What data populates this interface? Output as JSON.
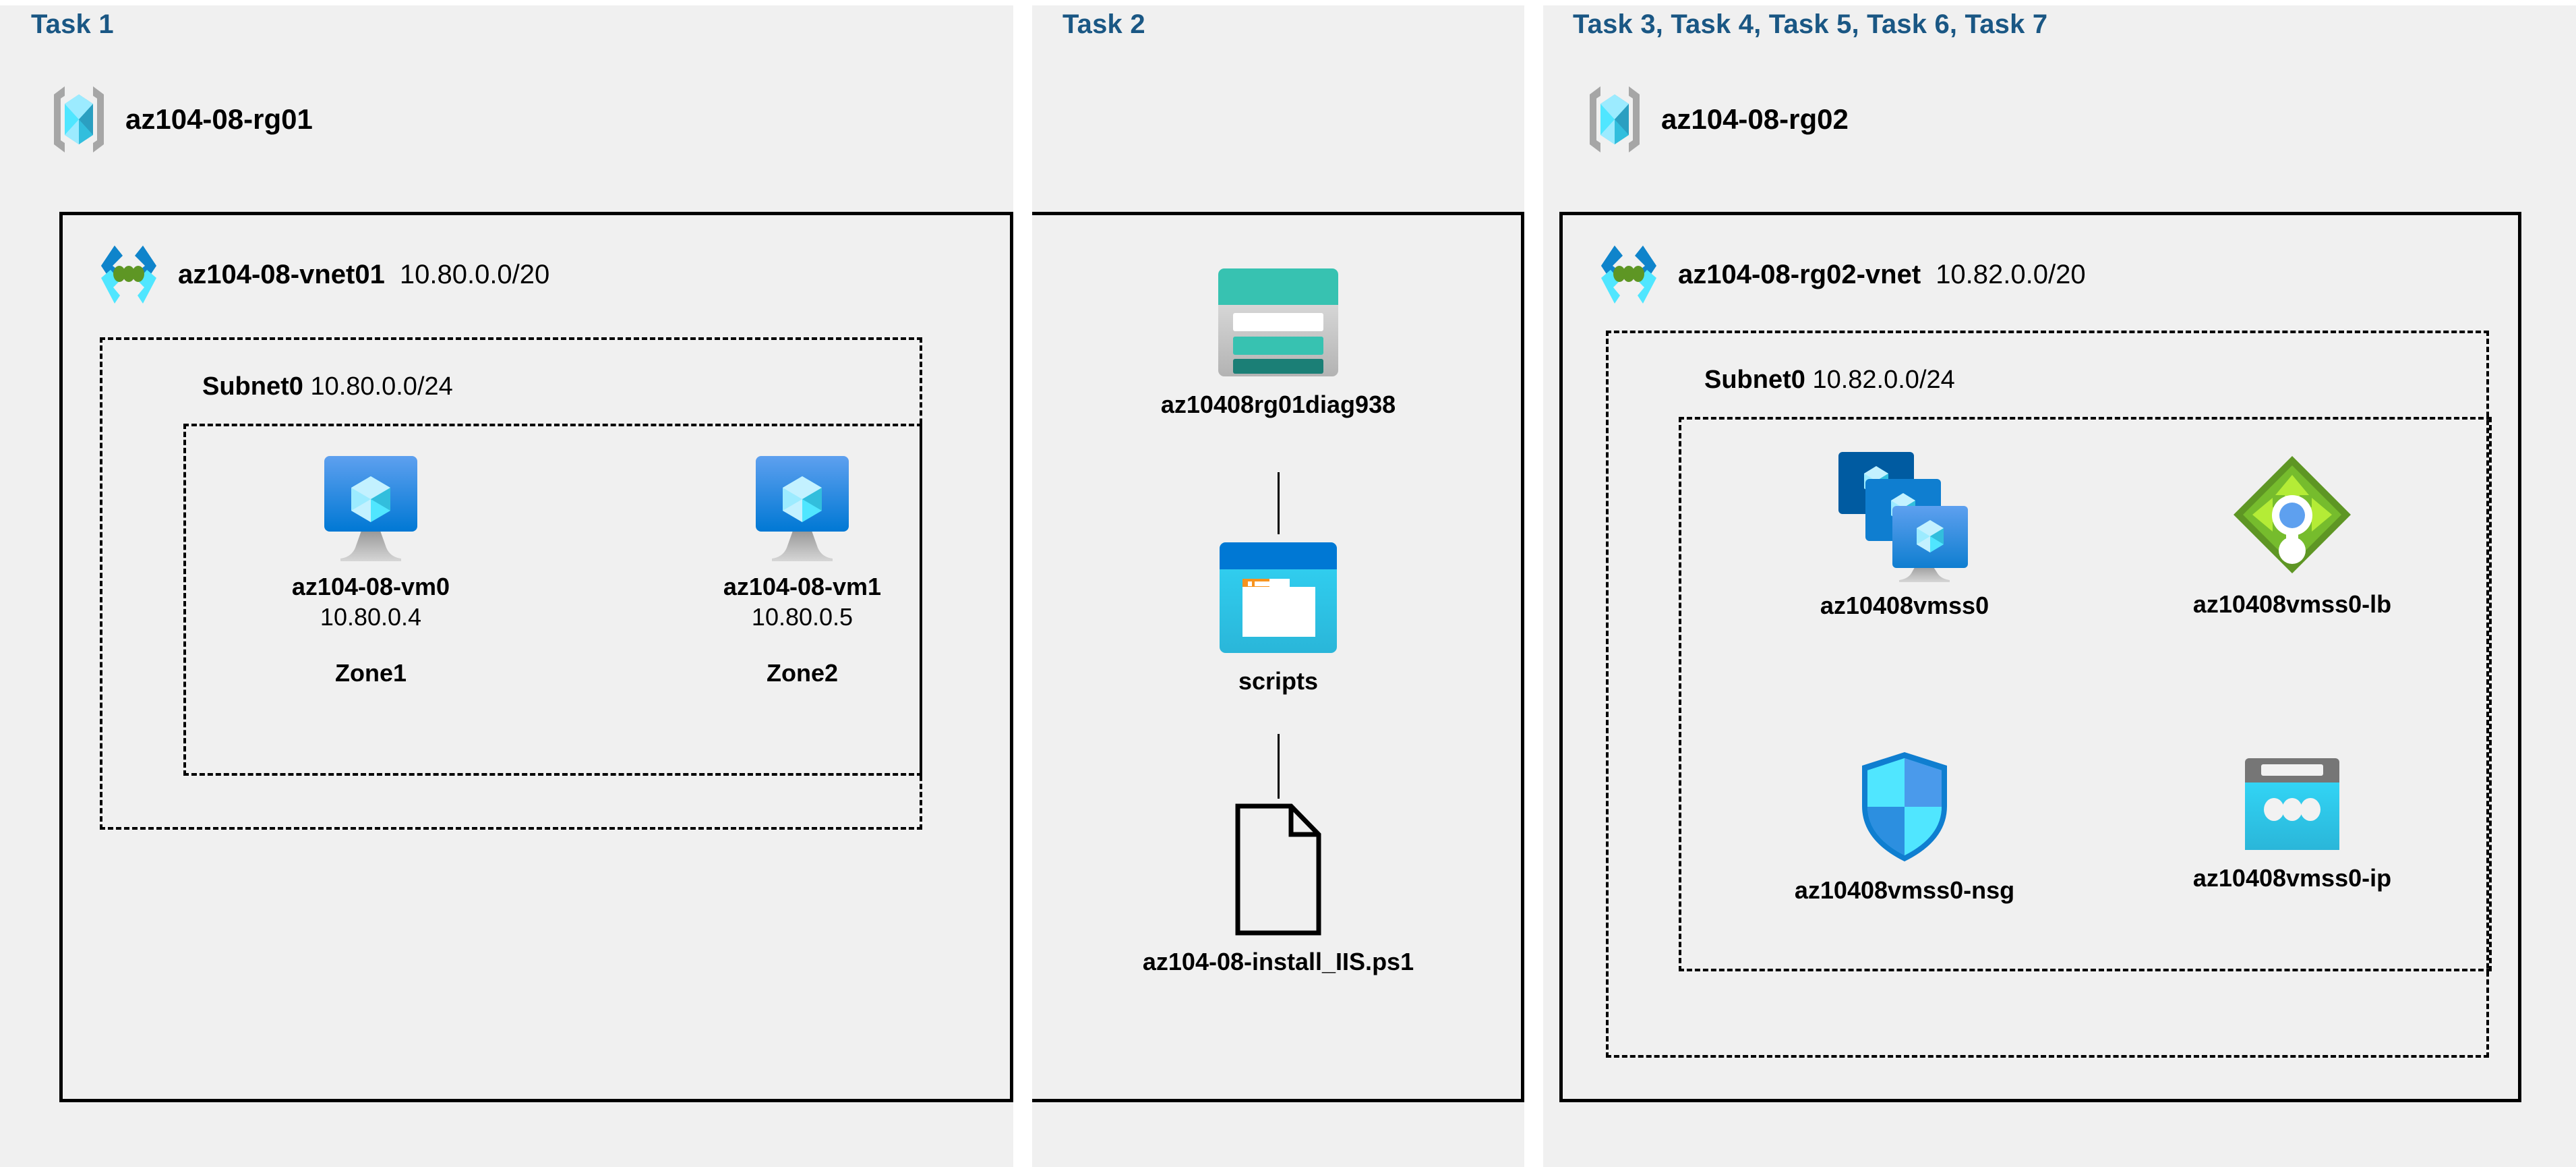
{
  "columns": [
    {
      "task_label": "Task 1",
      "resource_group": {
        "name": "az104-08-rg01",
        "icon": "resource-group-icon"
      },
      "vnet": {
        "name": "az104-08-vnet01",
        "cidr": "10.80.0.0/20",
        "icon": "virtual-network-icon"
      },
      "subnet": {
        "name": "Subnet0",
        "cidr": "10.80.0.0/24"
      },
      "vms": [
        {
          "name": "az104-08-vm0",
          "ip": "10.80.0.4",
          "zone": "Zone1",
          "icon": "virtual-machine-icon"
        },
        {
          "name": "az104-08-vm1",
          "ip": "10.80.0.5",
          "zone": "Zone2",
          "icon": "virtual-machine-icon"
        }
      ]
    },
    {
      "task_label": "Task 2",
      "nodes": [
        {
          "name": "az10408rg01diag938",
          "icon": "storage-account-icon"
        },
        {
          "name": "scripts",
          "icon": "file-share-icon"
        },
        {
          "name": "az104-08-install_IIS.ps1",
          "icon": "file-icon"
        }
      ]
    },
    {
      "task_label": "Task 3, Task 4, Task 5, Task 6, Task 7",
      "resource_group": {
        "name": "az104-08-rg02",
        "icon": "resource-group-icon"
      },
      "vnet": {
        "name": "az104-08-rg02-vnet",
        "cidr": "10.82.0.0/20",
        "icon": "virtual-network-icon"
      },
      "subnet": {
        "name": "Subnet0",
        "cidr": "10.82.0.0/24"
      },
      "resources": [
        {
          "name": "az10408vmss0",
          "icon": "vm-scale-set-icon"
        },
        {
          "name": "az10408vmss0-lb",
          "icon": "load-balancer-icon"
        },
        {
          "name": "az10408vmss0-nsg",
          "icon": "network-security-group-icon"
        },
        {
          "name": "az10408vmss0-ip",
          "icon": "public-ip-address-icon"
        }
      ]
    }
  ],
  "colors": {
    "task_label": "#1a5784",
    "panel_bg": "#f0f0f0",
    "border": "#000000",
    "azure_blue": "#0078d4",
    "cyan": "#32bedd",
    "teal": "#2fc3b4",
    "green": "#6bb12d",
    "orange": "#f78d1e",
    "gray": "#767676"
  }
}
